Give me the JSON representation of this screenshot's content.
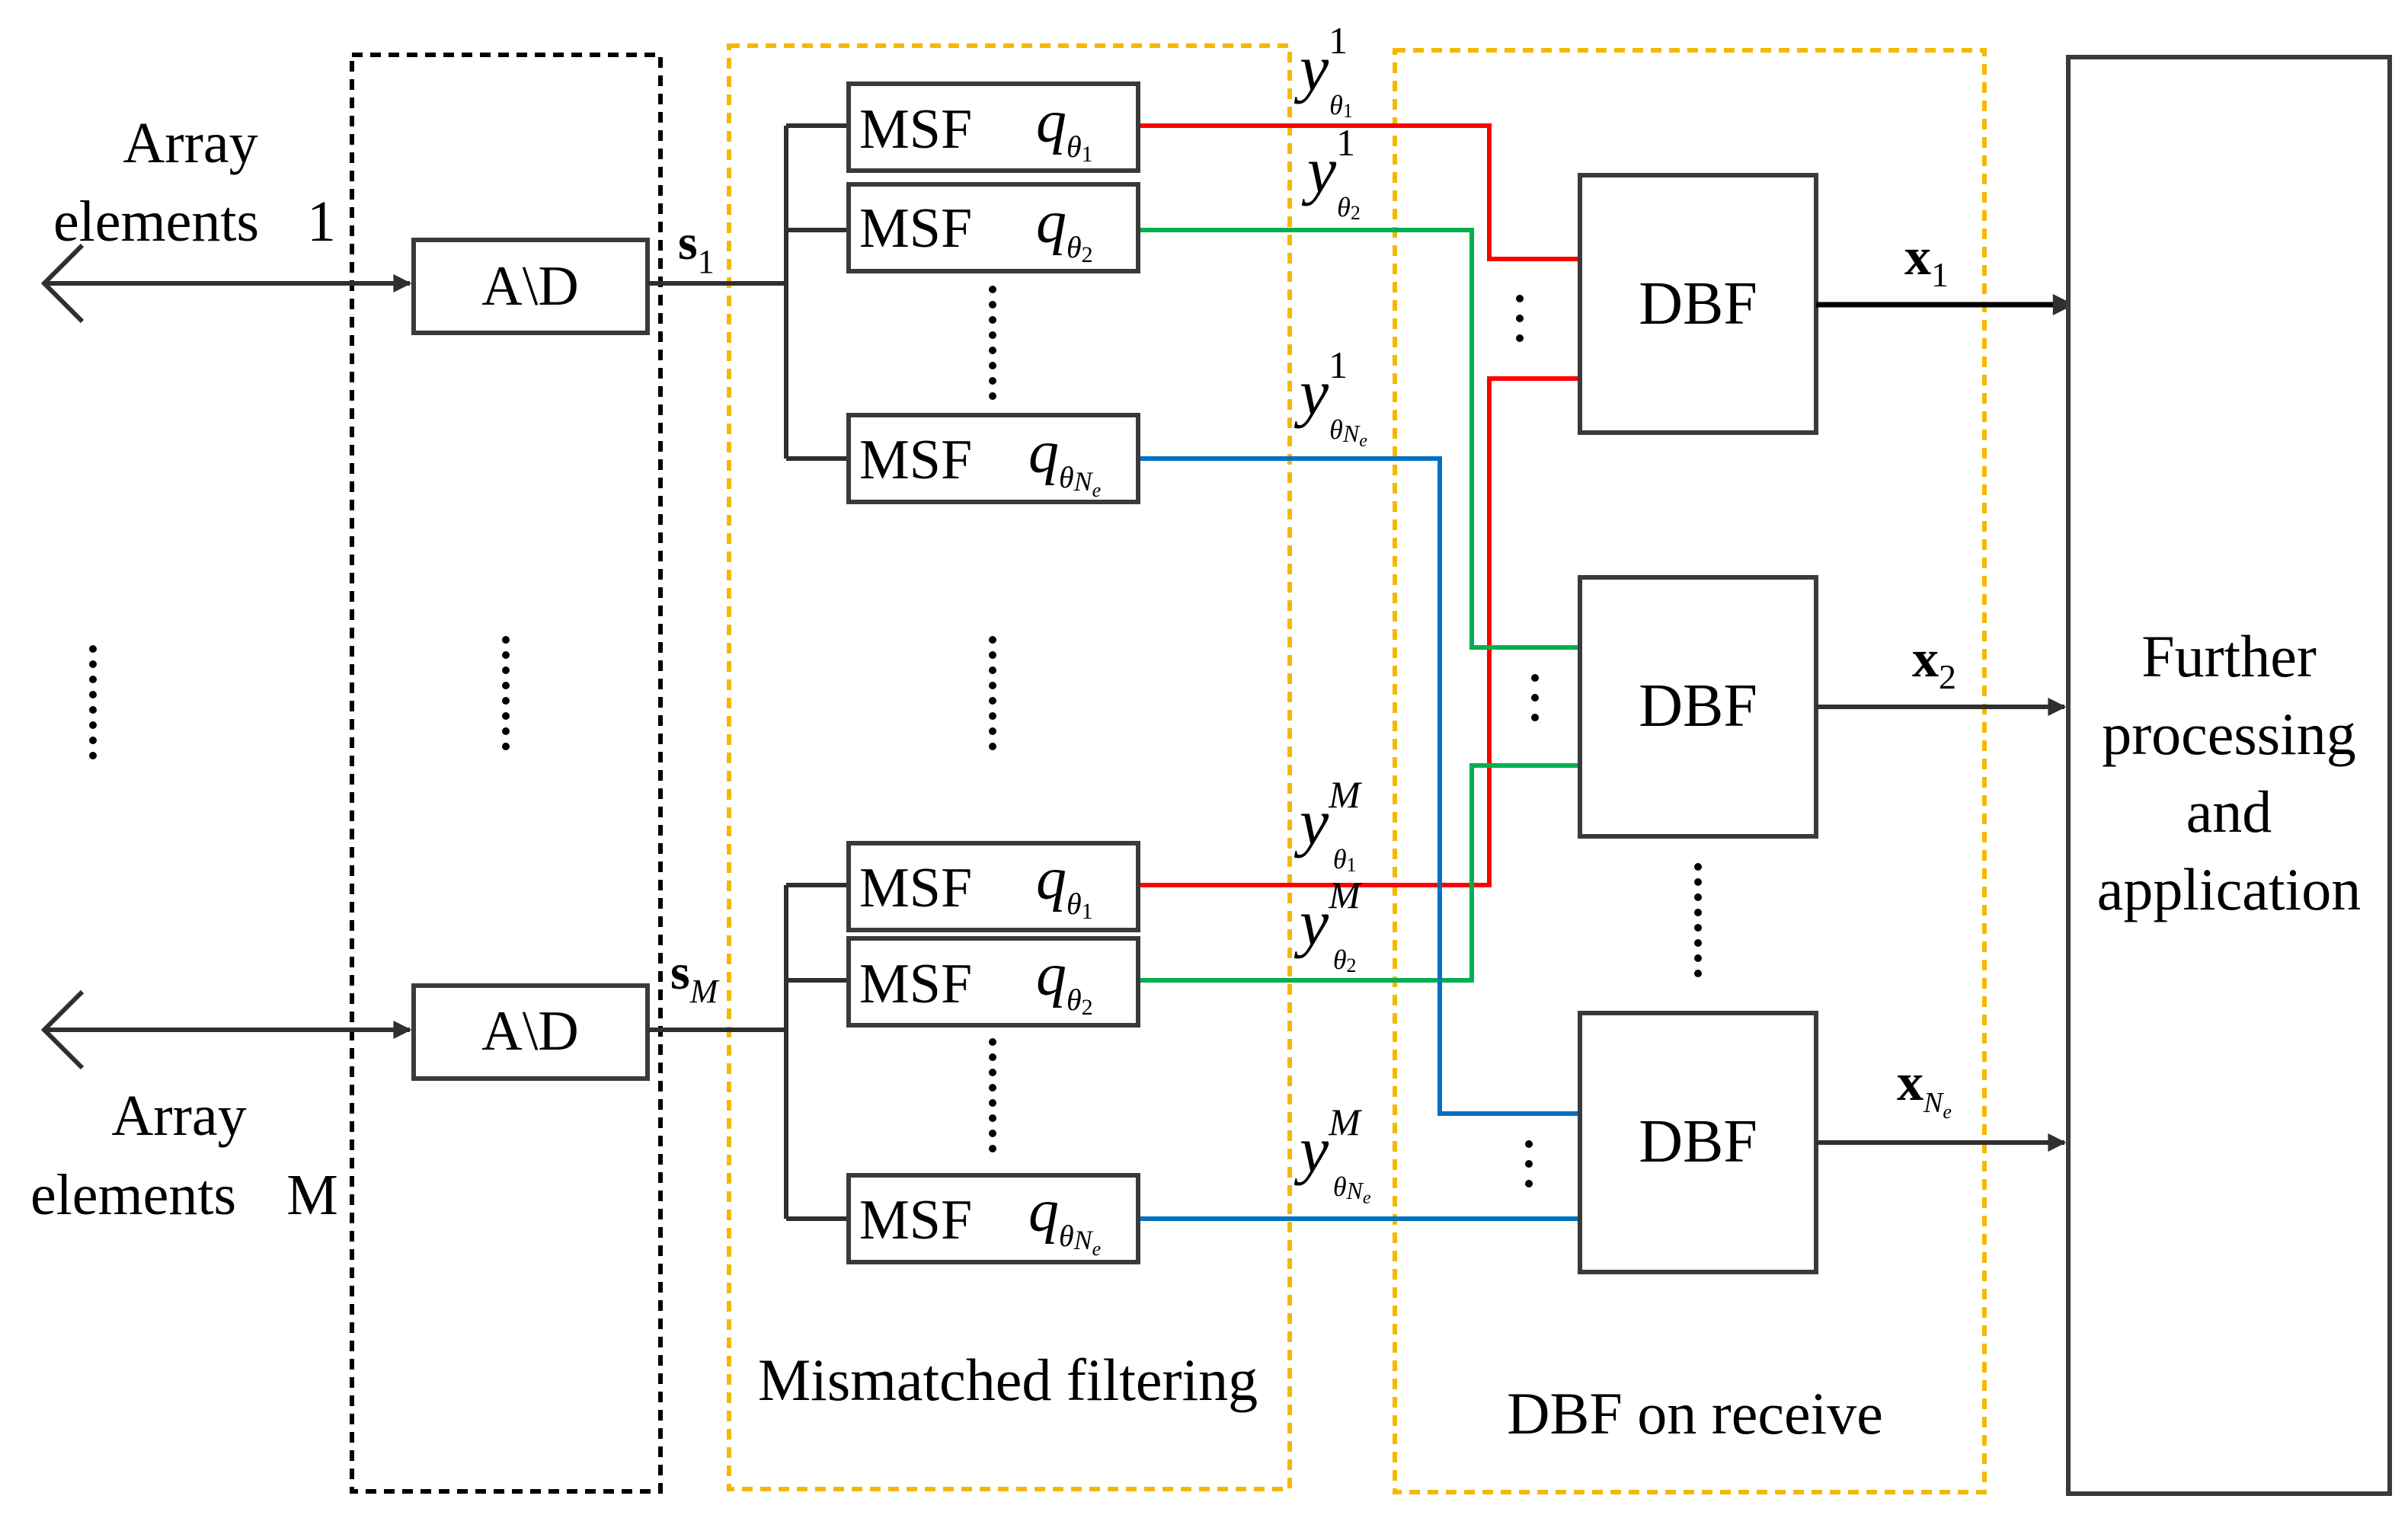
{
  "colors": {
    "ad_region_border": "#000000",
    "group_border": "#f5b800",
    "box_border": "#3a3a3a",
    "wire_black": "#2f2f2f",
    "wire_red": "#ff0000",
    "wire_green": "#00b050",
    "wire_blue": "#0070c0"
  },
  "antenna_labels": {
    "top_line1": "Array",
    "top_line2": "elements",
    "top_index": "1",
    "bottom_line1": "Array",
    "bottom_line2": "elements",
    "bottom_index": "M"
  },
  "converters": {
    "top_label": "A\\D",
    "bottom_label": "A\\D"
  },
  "signals": {
    "s_symbol": "s",
    "s_top_sub": "1",
    "s_bottom_sub": "M"
  },
  "msf": {
    "label": "MSF",
    "q_symbol": "q",
    "theta": "θ",
    "sub1": "1",
    "sub2": "2",
    "subNe_base": "N",
    "subNe_sub": "e"
  },
  "outputs_y": {
    "y_symbol": "y",
    "top_sup": "1",
    "bottom_sup": "M"
  },
  "dbf": {
    "label": "DBF"
  },
  "outputs_x": {
    "x_symbol": "x",
    "sub1": "1",
    "sub2": "2",
    "subNe_base": "N",
    "subNe_sub": "e"
  },
  "group_labels": {
    "mismatched": "Mismatched filtering",
    "dbf_receive": "DBF on receive"
  },
  "further": {
    "line1": "Further",
    "line2": "processing",
    "line3": "and",
    "line4": "application"
  }
}
